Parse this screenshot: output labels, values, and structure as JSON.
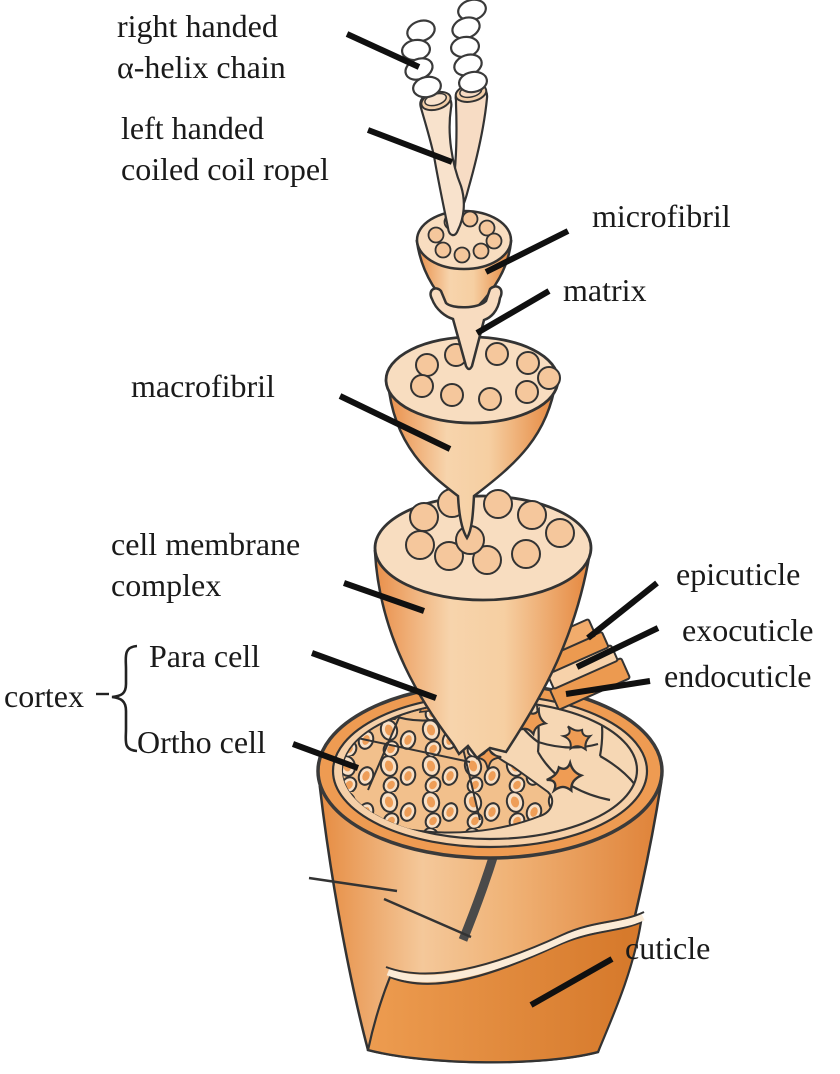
{
  "figure": {
    "labels": {
      "alpha_helix": {
        "line1": "right handed",
        "line2": "α-helix chain"
      },
      "coiled_coil": {
        "line1": "left handed",
        "line2": "coiled coil ropel"
      },
      "microfibril": "microfibril",
      "matrix": "matrix",
      "macrofibril": "macrofibril",
      "cell_membrane_complex": {
        "line1": "cell membrane",
        "line2": "complex"
      },
      "cortex": "cortex",
      "para_cell": "Para cell",
      "ortho_cell": "Ortho cell",
      "epicuticle": "epicuticle",
      "exocuticle": "exocuticle",
      "endocuticle": "endocuticle",
      "cuticle": "cuticle"
    },
    "colors": {
      "outline": "#3a3a3a",
      "light_peach": "#f8ddc0",
      "circle_fill": "#f5c79c",
      "mid_orange": "#ee9b52",
      "dark_orange": "#d97e2e",
      "crack_gray": "#4a4a4a",
      "label_text": "#1a1a1a",
      "pointer_line": "#101010"
    }
  }
}
